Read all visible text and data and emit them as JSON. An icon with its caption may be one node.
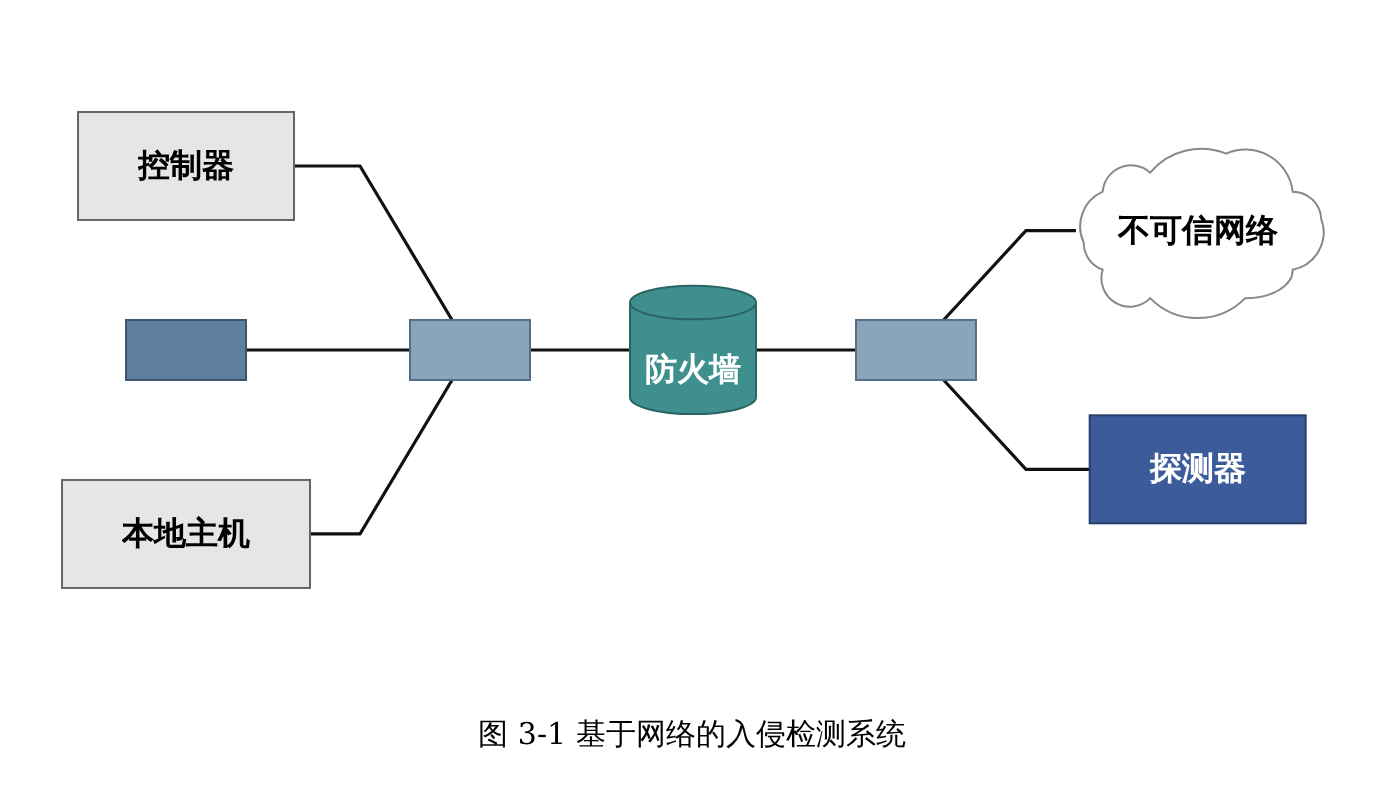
{
  "diagram": {
    "caption": "图 3-1 基于网络的入侵检测系统",
    "nodes": [
      {
        "text": [
          "控制器"
        ]
      },
      {
        "text": [],
        "shape": "box"
      },
      {
        "text": [
          "本地主机"
        ]
      },
      {
        "text": [],
        "shape": "box"
      },
      {
        "text": [
          "防火墙"
        ]
      },
      {
        "text": [],
        "shape": "box"
      },
      {
        "text": [
          "不可信网络"
        ]
      },
      {
        "text": [
          "探测器"
        ]
      }
    ],
    "edges": [
      {
        "from": 0,
        "to": 3,
        "arrow": "none"
      },
      {
        "from": 1,
        "to": 3,
        "arrow": "none"
      },
      {
        "from": 2,
        "to": 3,
        "arrow": "none"
      },
      {
        "from": 3,
        "to": 4,
        "arrow": "none"
      },
      {
        "from": 4,
        "to": 5,
        "arrow": "none"
      },
      {
        "from": 5,
        "to": 6,
        "arrow": "none"
      },
      {
        "from": 5,
        "to": 7,
        "arrow": "none"
      }
    ]
  }
}
